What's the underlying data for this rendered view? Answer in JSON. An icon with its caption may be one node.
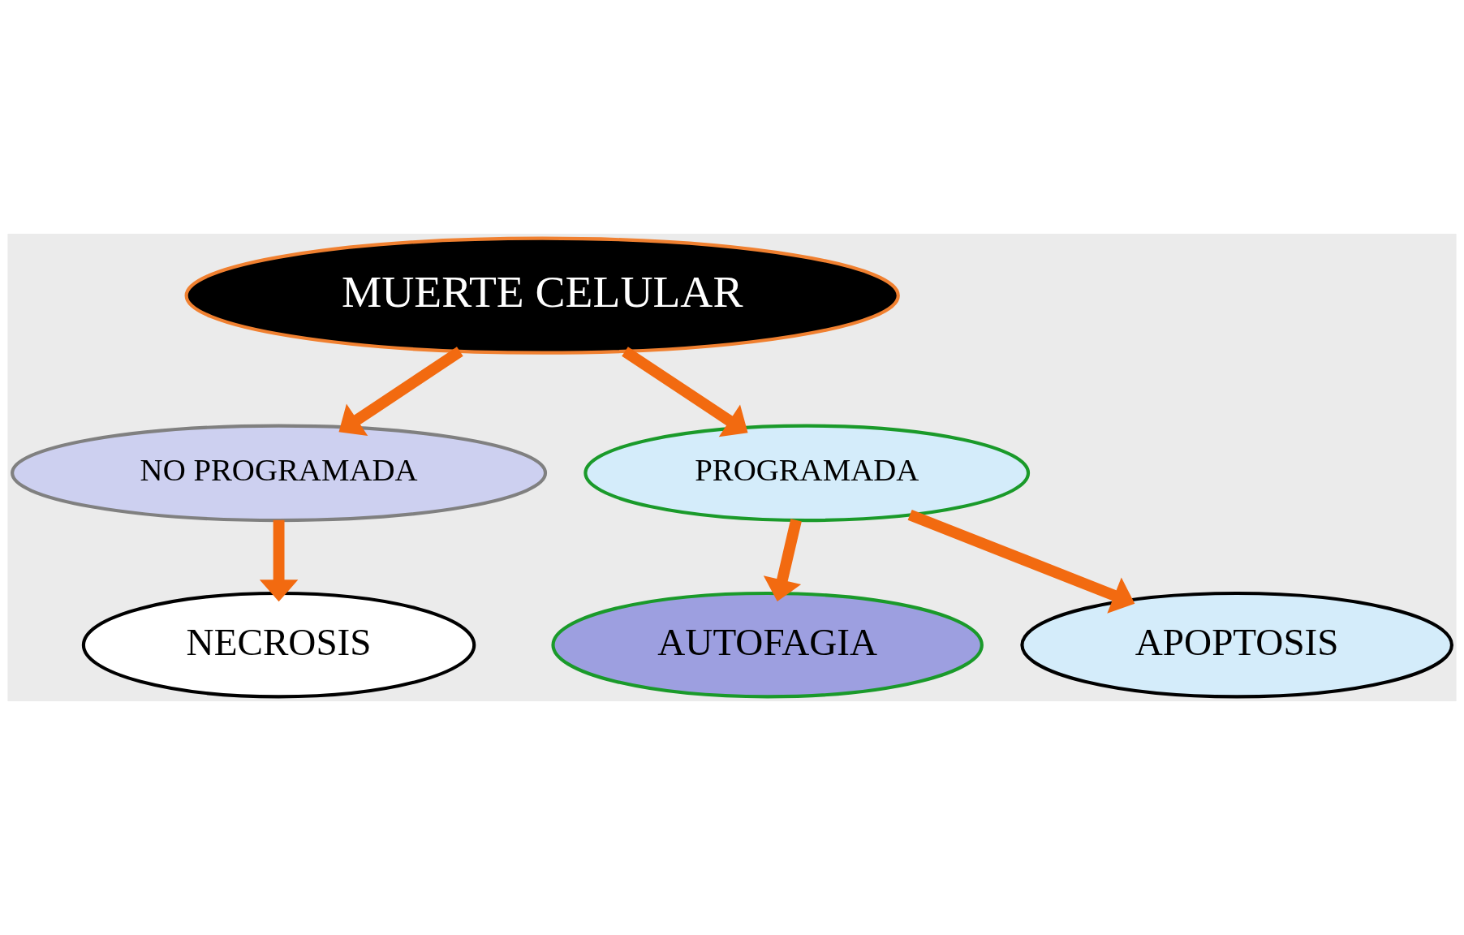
{
  "diagram": {
    "nodes": [
      {
        "text": [
          "MUERTE CELULAR"
        ]
      },
      {
        "text": [
          "NO PROGRAMADA"
        ]
      },
      {
        "text": [
          "PROGRAMADA"
        ]
      },
      {
        "text": [
          "NECROSIS"
        ]
      },
      {
        "text": [
          "AUTOFAGIA"
        ]
      },
      {
        "text": [
          "APOPTOSIS"
        ]
      }
    ],
    "edges": [
      {
        "from": 0,
        "to": 1,
        "arrow": "to"
      },
      {
        "from": 0,
        "to": 2,
        "arrow": "to"
      },
      {
        "from": 1,
        "to": 3,
        "arrow": "to"
      },
      {
        "from": 2,
        "to": 4,
        "arrow": "to"
      },
      {
        "from": 2,
        "to": 5,
        "arrow": "to"
      }
    ]
  }
}
